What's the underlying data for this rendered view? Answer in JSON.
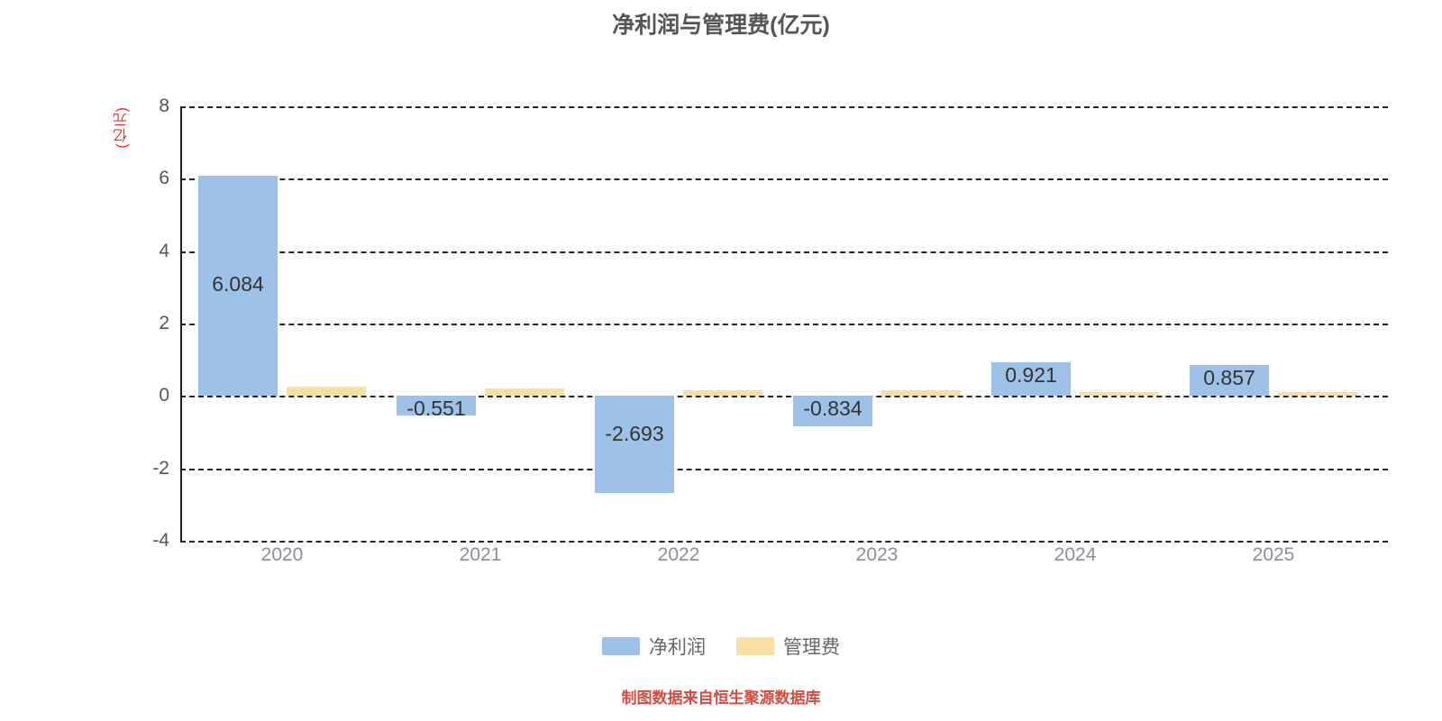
{
  "chart_data": {
    "type": "bar",
    "title": "净利润与管理费(亿元)",
    "xlabel": "",
    "ylabel": "(亿元)",
    "ylim": [
      -4,
      8
    ],
    "yticks": [
      -4,
      -2,
      0,
      2,
      4,
      6,
      8
    ],
    "ytick_labels": [
      "-4",
      "-2",
      "0",
      "2",
      "4",
      "6",
      "8"
    ],
    "grid": true,
    "categories": [
      "2020",
      "2021",
      "2022",
      "2023",
      "2024",
      "2025"
    ],
    "legend_position": "bottom",
    "series": [
      {
        "name": "净利润",
        "color": "#9ec1e8",
        "values": [
          6.084,
          -0.551,
          -2.693,
          -0.834,
          0.921,
          0.857
        ],
        "labels": [
          "6.084",
          "-0.551",
          "-2.693",
          "-0.834",
          "0.921",
          "0.857"
        ]
      },
      {
        "name": "管理费",
        "color": "#f8dfa2",
        "values": [
          0.26,
          0.2,
          0.17,
          0.15,
          0.1,
          0.1
        ],
        "labels": [
          "",
          "",
          "",
          "",
          "",
          ""
        ]
      }
    ],
    "annotation": "制图数据来自恒生聚源数据库"
  }
}
